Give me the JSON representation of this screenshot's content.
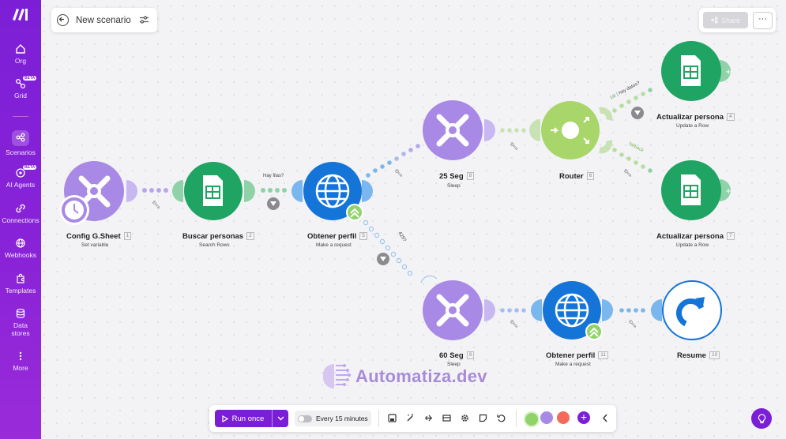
{
  "colors": {
    "accent": "#7b1fd6",
    "tools": "#a889e6",
    "sheets": "#1fa463",
    "http": "#1474d8",
    "router": "#a8d66b",
    "resume": "#1474d8"
  },
  "sidebar": {
    "items": [
      {
        "label": "Org",
        "icon": "home-icon"
      },
      {
        "label": "Grid",
        "icon": "grid-icon",
        "badge": "BETA"
      },
      {
        "label": "Scenarios",
        "icon": "share-icon"
      },
      {
        "label": "AI Agents",
        "icon": "ai-agent-icon",
        "badge": "BETA"
      },
      {
        "label": "Connections",
        "icon": "link-icon"
      },
      {
        "label": "Webhooks",
        "icon": "globe-icon"
      },
      {
        "label": "Templates",
        "icon": "puzzle-icon"
      },
      {
        "label": "Data stores",
        "icon": "database-icon"
      },
      {
        "label": "More",
        "icon": "more-vertical-icon"
      }
    ]
  },
  "header": {
    "scenario_name": "New scenario",
    "share_label": "Share",
    "more_label": "···"
  },
  "nodes": [
    {
      "id": "config",
      "label": "Config G.Sheet",
      "num": "1",
      "sub": "Set variable"
    },
    {
      "id": "buscar",
      "label": "Buscar personas",
      "num": "2",
      "sub": "Search Rows"
    },
    {
      "id": "obtener1",
      "label": "Obtener perfil",
      "num": "5",
      "sub": "Make a request"
    },
    {
      "id": "seg25",
      "label": "25 Seg",
      "num": "8",
      "sub": "Sleep"
    },
    {
      "id": "router",
      "label": "Router",
      "num": "6",
      "sub": ""
    },
    {
      "id": "act1",
      "label": "Actualizar persona",
      "num": "4",
      "sub": "Update a Row"
    },
    {
      "id": "act2",
      "label": "Actualizar persona",
      "num": "7",
      "sub": "Update a Row"
    },
    {
      "id": "seg60",
      "label": "60 Seg",
      "num": "9",
      "sub": "Sleep"
    },
    {
      "id": "obtener2",
      "label": "Obtener perfil",
      "num": "11",
      "sub": "Make a request"
    },
    {
      "id": "resume",
      "label": "Resume",
      "num": "10",
      "sub": ""
    }
  ],
  "link_labels": {
    "hay_filas": "Hay filas?",
    "hay_datos_prefix": "1st",
    "hay_datos": "hay datos?",
    "fallback": "fallback",
    "http429": "429?"
  },
  "watermark": "Automatiza.dev",
  "toolbar": {
    "run_label": "Run once",
    "schedule_label": "Every 15 minutes",
    "tools": [
      "save-icon",
      "magic-wand-icon",
      "airplane-icon",
      "table-icon",
      "gear-icon",
      "note-icon",
      "undo-icon"
    ],
    "favorites": [
      "tools-app-icon",
      "flow-control-icon",
      "http-app-icon"
    ]
  }
}
